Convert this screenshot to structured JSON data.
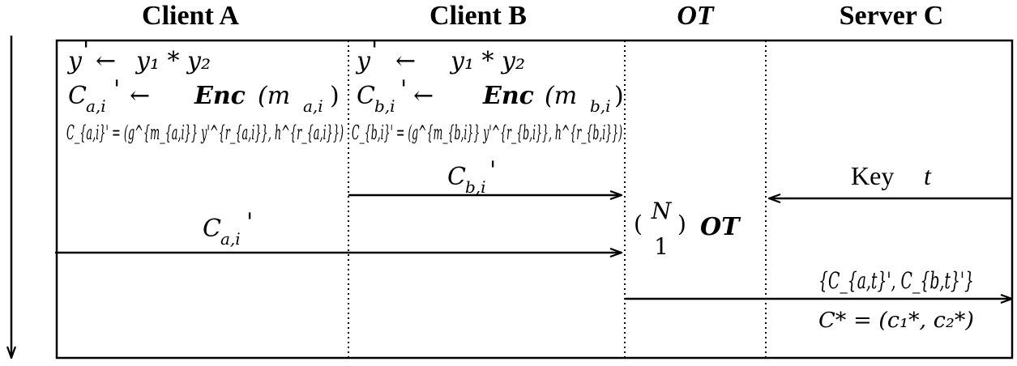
{
  "headers": {
    "client_a": "Client A",
    "client_b": "Client B",
    "ot": "OT",
    "server_c": "Server C"
  },
  "client_a": {
    "line1": {
      "lhs": "y",
      "prime": "'",
      "arrow": "←",
      "rhs": "y₁ * y₂"
    },
    "line2": {
      "lhs": "C",
      "sub": "a,i",
      "prime": "'",
      "arrow": "←",
      "enc": "Enc",
      "arg": "(m",
      "arg_sub": "a,i",
      "close": ")"
    },
    "line3": "C_{a,i}' = (g^{m_{a,i}} y'^{r_{a,i}}, h^{r_{a,i}})",
    "message": {
      "base": "C",
      "sub": "a,i",
      "prime": "'"
    }
  },
  "client_b": {
    "line1": {
      "lhs": "y",
      "prime": "'",
      "arrow": "←",
      "rhs": "y₁ * y₂"
    },
    "line2": {
      "lhs": "C",
      "sub": "b,i",
      "prime": "'",
      "arrow": "←",
      "enc": "Enc",
      "arg": "(m",
      "arg_sub": "b,i",
      "close": ")"
    },
    "line3": "C_{b,i}' = (g^{m_{b,i}} y'^{r_{b,i}}, h^{r_{b,i}})",
    "message": {
      "base": "C",
      "sub": "b,i",
      "prime": "'"
    }
  },
  "ot_box": {
    "binom_top": "N",
    "binom_bottom": "1",
    "label": "OT"
  },
  "server_c": {
    "key_label": "Key",
    "key_var": "t",
    "result_set": "{C_{a,t}', C_{b,t}'}",
    "result_cipher": "C* = (c₁*, c₂*)"
  }
}
